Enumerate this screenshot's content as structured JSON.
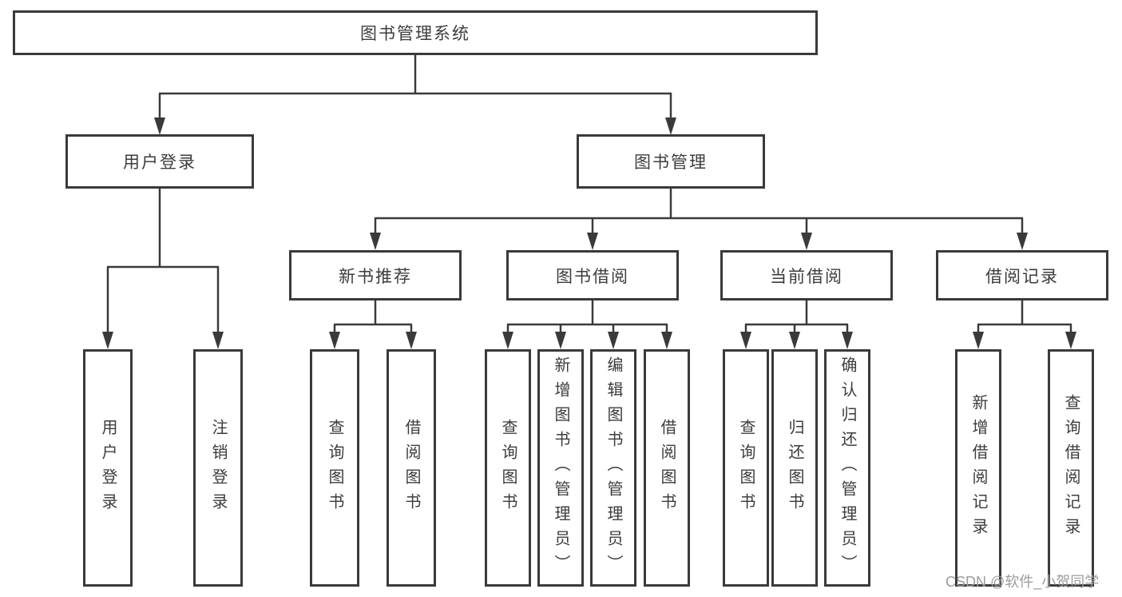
{
  "nodes": {
    "root": "图书管理系统",
    "l2": [
      "用户登录",
      "图书管理"
    ],
    "l3": [
      "新书推荐",
      "图书借阅",
      "当前借阅",
      "借阅记录"
    ],
    "leaves": [
      "用户登录",
      "注销登录",
      "查询图书",
      "借阅图书",
      "查询图书",
      "新增图书（管理员）",
      "编辑图书（管理员）",
      "借阅图书",
      "查询图书",
      "归还图书",
      "确认归还（管理员）",
      "新增借阅记录",
      "查询借阅记录"
    ]
  },
  "watermark": {
    "text": "CSDN @软件_小贺同学"
  },
  "colors": {
    "line": "#3a3a3a",
    "box_border": "#3a3a3a",
    "text": "#3c3c3c",
    "watermark_text": "#9c9c9c",
    "background": "#ffffff"
  }
}
